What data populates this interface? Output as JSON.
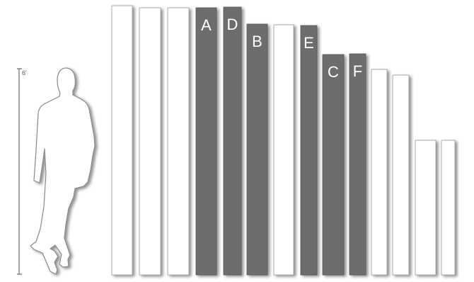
{
  "scale": {
    "label": "6'"
  },
  "colors": {
    "background": "#ffffff",
    "panel_light_fill": "#ffffff",
    "panel_light_stroke": "#9a9a9a",
    "panel_dark_fill": "#6d6d6d",
    "panel_dark_stroke": "#555555",
    "figure_fill": "#ffffff",
    "figure_stroke": "#8a8a8a"
  },
  "panels": [
    {
      "id": "p1",
      "style": "light",
      "label": ""
    },
    {
      "id": "p2",
      "style": "light",
      "label": ""
    },
    {
      "id": "p3",
      "style": "light",
      "label": ""
    },
    {
      "id": "A",
      "style": "dark",
      "label": "A"
    },
    {
      "id": "D",
      "style": "dark",
      "label": "D"
    },
    {
      "id": "B",
      "style": "dark",
      "label": "B"
    },
    {
      "id": "p7",
      "style": "light",
      "label": ""
    },
    {
      "id": "E",
      "style": "dark",
      "label": "E"
    },
    {
      "id": "C",
      "style": "dark",
      "label": "C"
    },
    {
      "id": "F",
      "style": "dark",
      "label": "F"
    },
    {
      "id": "p11",
      "style": "light",
      "label": ""
    },
    {
      "id": "p12",
      "style": "light",
      "label": ""
    },
    {
      "id": "p13",
      "style": "light",
      "label": ""
    },
    {
      "id": "p14",
      "style": "light",
      "label": ""
    }
  ]
}
